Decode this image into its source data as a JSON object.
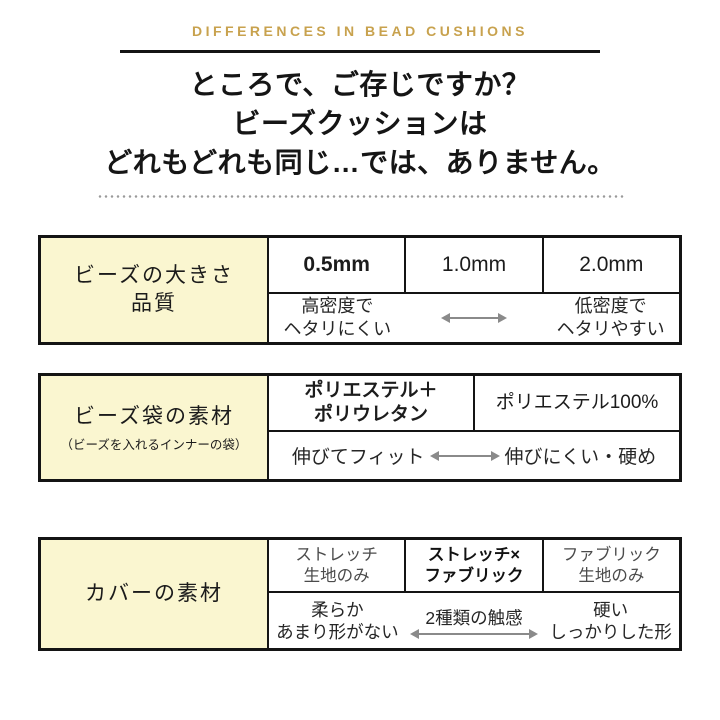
{
  "header": {
    "eyebrow": "DIFFERENCES IN BEAD CUSHIONS",
    "title_lines": [
      "ところで、ご存じですか？",
      "ビーズクッションは",
      "どれもどれも同じ…では、ありません。"
    ]
  },
  "colors": {
    "accent_gold": "#C8A24E",
    "label_cell_cream": "#FAF6D0",
    "table_border": "#141414",
    "arrow_gray": "#8A8A8A",
    "muted_text": "#4B4B4B"
  },
  "table1": {
    "label_line1": "ビーズの大きさ",
    "label_line2": "品質",
    "col1": "0.5mm",
    "col2": "1.0mm",
    "col3": "2.0mm",
    "left_line1": "高密度で",
    "left_line2": "ヘタリにくい",
    "right_line1": "低密度で",
    "right_line2": "ヘタリやすい"
  },
  "table2": {
    "label": "ビーズ袋の素材",
    "sublabel": "（ビーズを入れるインナーの袋）",
    "col1_line1": "ポリエステル＋",
    "col1_line2": "ポリウレタン",
    "col2": "ポリエステル100%",
    "left": "伸びてフィット",
    "right": "伸びにくい・硬め"
  },
  "table3": {
    "label": "カバーの素材",
    "col1_line1": "ストレッチ",
    "col1_line2": "生地のみ",
    "col2_line1": "ストレッチ×",
    "col2_line2": "ファブリック",
    "col3_line1": "ファブリック",
    "col3_line2": "生地のみ",
    "left_line1": "柔らか",
    "left_line2": "あまり形がない",
    "center": "2種類の触感",
    "right_line1": "硬い",
    "right_line2": "しっかりした形"
  }
}
